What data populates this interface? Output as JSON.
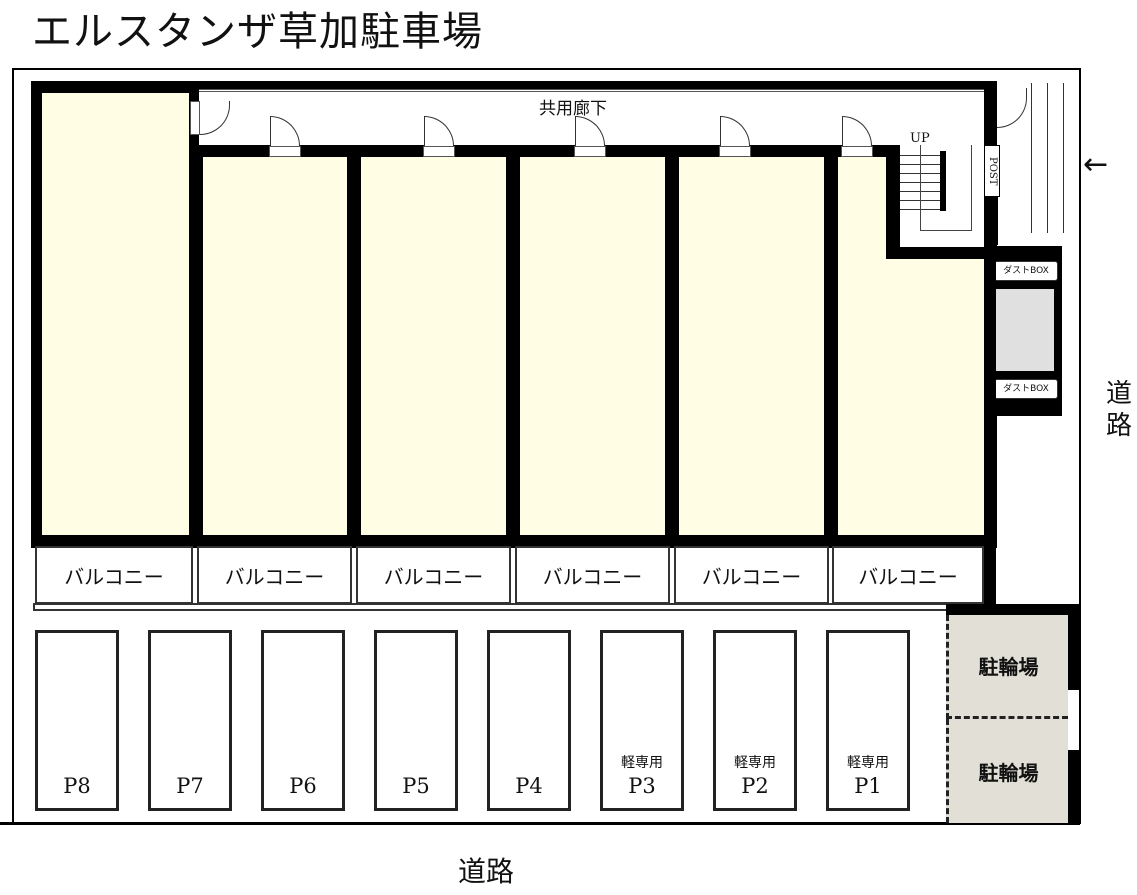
{
  "title": "エルスタンザ草加駐車場",
  "corridor": {
    "label": "共用廊下"
  },
  "stairs": {
    "label": "UP"
  },
  "post": {
    "label": "POST"
  },
  "dust_boxes": [
    {
      "label": "ダストBOX"
    },
    {
      "label": "ダストBOX"
    }
  ],
  "balconies": [
    {
      "label": "バルコニー"
    },
    {
      "label": "バルコニー"
    },
    {
      "label": "バルコニー"
    },
    {
      "label": "バルコニー"
    },
    {
      "label": "バルコニー"
    },
    {
      "label": "バルコニー"
    }
  ],
  "parking": [
    {
      "id": "P8",
      "note": ""
    },
    {
      "id": "P7",
      "note": ""
    },
    {
      "id": "P6",
      "note": ""
    },
    {
      "id": "P5",
      "note": ""
    },
    {
      "id": "P4",
      "note": ""
    },
    {
      "id": "P3",
      "note": "軽専用"
    },
    {
      "id": "P2",
      "note": "軽専用"
    },
    {
      "id": "P1",
      "note": "軽専用"
    }
  ],
  "bicycle_parking": [
    {
      "label": "駐輪場"
    },
    {
      "label": "駐輪場"
    }
  ],
  "roads": {
    "right": "道路",
    "right_line1": "道",
    "right_line2": "路",
    "bottom": "道路"
  },
  "entrance_arrow": "←",
  "colors": {
    "room_fill": "#fffde3",
    "bike_fill": "#e2e0d6",
    "dust_area": "#e0e0e0",
    "wall": "#000000"
  }
}
